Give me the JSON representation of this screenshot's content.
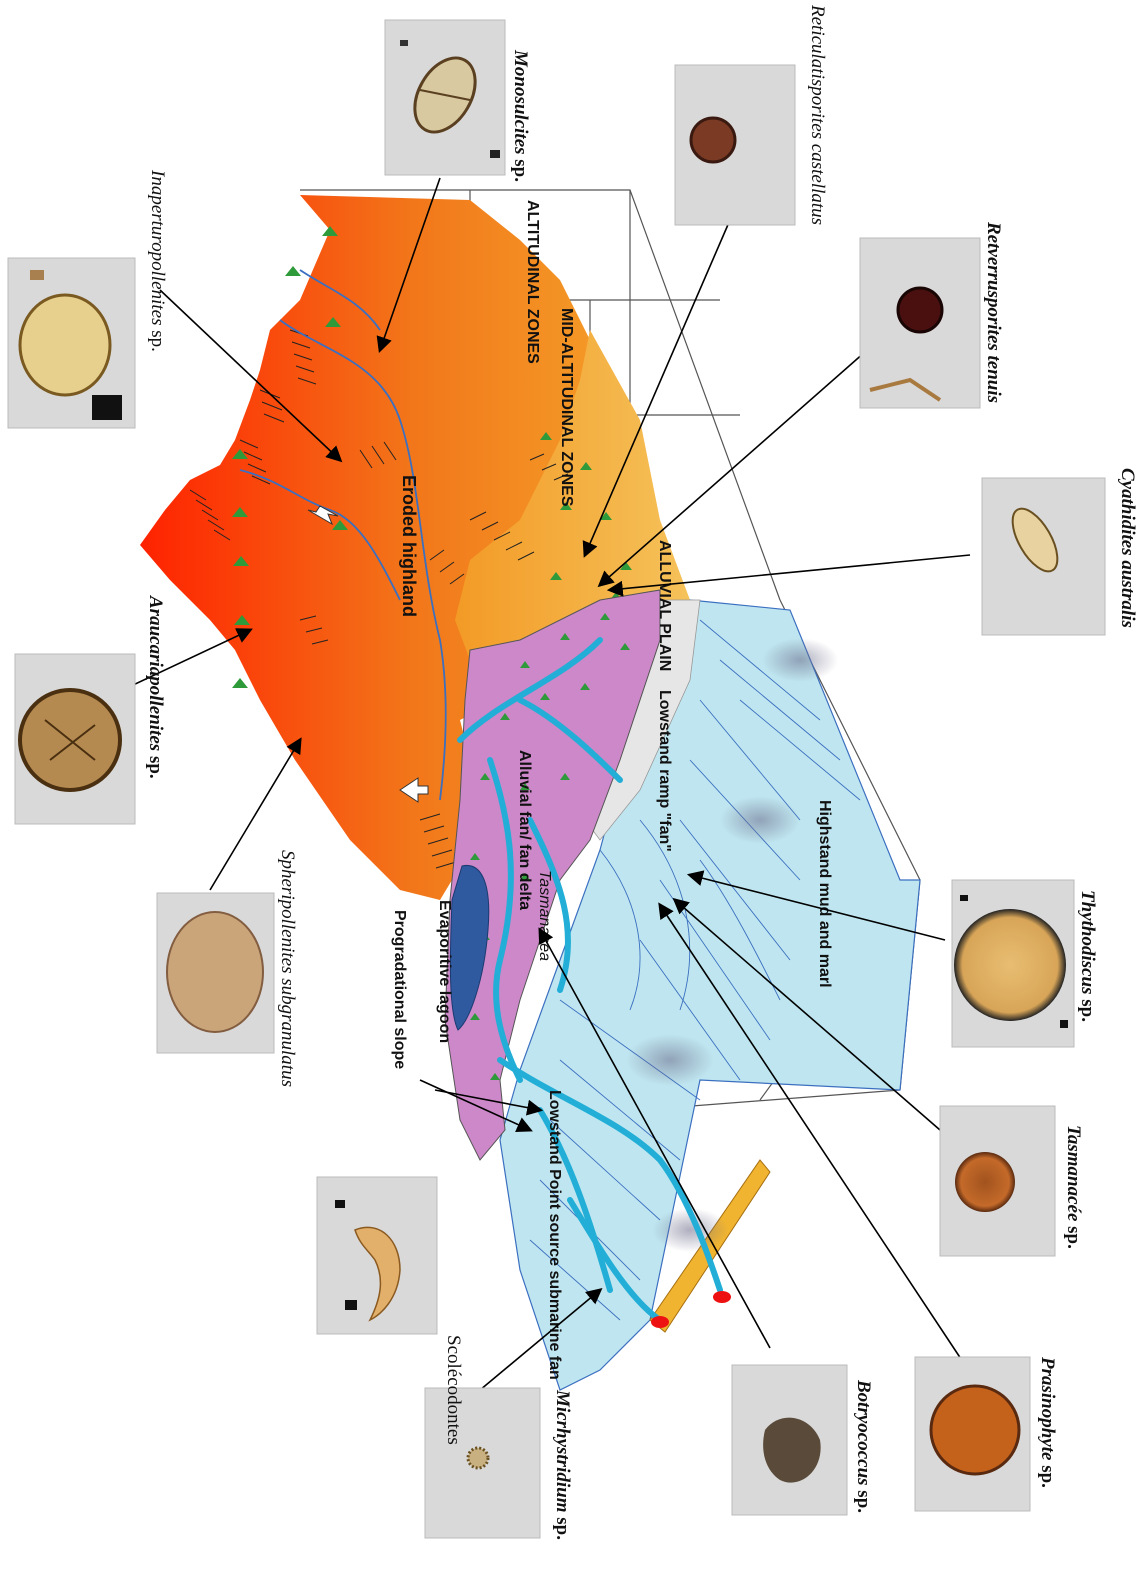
{
  "colors": {
    "highland_red": "#ff3300",
    "highland_orange": "#f28a1c",
    "plain_yellow": "#eeb238",
    "delta_pink": "#cc88c8",
    "marine_blue": "#bfe6f0",
    "channel_cyan": "#22aed6",
    "lagoon_blue": "#2f5aa0",
    "line_blue": "#3b6fc0",
    "vegetation_green": "#2e9a3a"
  },
  "zones": {
    "altitudinal": "ALTITUDINAL ZONES",
    "mid_altitudinal": "MID-ALTITUDINAL ZONES",
    "alluvial_plain": "ALLUVIAL PLAIN"
  },
  "features": {
    "eroded_highland": "Eroded highland",
    "alluvial_fan": "Alluvial fan/ fan delta",
    "tasmanacea": "Tasmanacea",
    "lowstand_ramp": "Lowstand ramp \"fan\"",
    "highstand": "Highstand mud and marl",
    "evaporitive_lagoon": "Evaporitive lagoon",
    "progradational_slope": "Progradational slope",
    "lowstand_point": "Lowstand Point source submarine fan"
  },
  "specimens": {
    "monosulcites": {
      "genus": "Monosulcites",
      "suffix": " sp."
    },
    "reticulatisporites": {
      "genus": "Reticulatisporites castellatus",
      "suffix": ""
    },
    "inaperturopollenites": {
      "genus": "Inaperturopollenites",
      "suffix": " sp."
    },
    "retverrusporites": {
      "genus": "Retverrusporites tenuis",
      "suffix": ""
    },
    "cyathidites": {
      "genus": "Cyathidites australis",
      "suffix": ""
    },
    "araucariapollenites": {
      "genus": "Araucariapollenites",
      "suffix": " sp."
    },
    "spheripollenites": {
      "genus": "Spheripollenites subgranulatus",
      "suffix": ""
    },
    "thythodiscus": {
      "genus": "Thythodiscus",
      "suffix": " sp."
    },
    "scolecodontes": {
      "genus": "Scolécodontes",
      "suffix": ""
    },
    "tasmanacee": {
      "genus": "Tasmanacée",
      "suffix": " sp."
    },
    "micrhystridium": {
      "genus": "Micrhystridium",
      "suffix": " sp."
    },
    "botryococcus": {
      "genus": "Botryococcus",
      "suffix": " sp."
    },
    "prasinophyte": {
      "genus": "Prasinophyte",
      "suffix": " sp."
    }
  }
}
